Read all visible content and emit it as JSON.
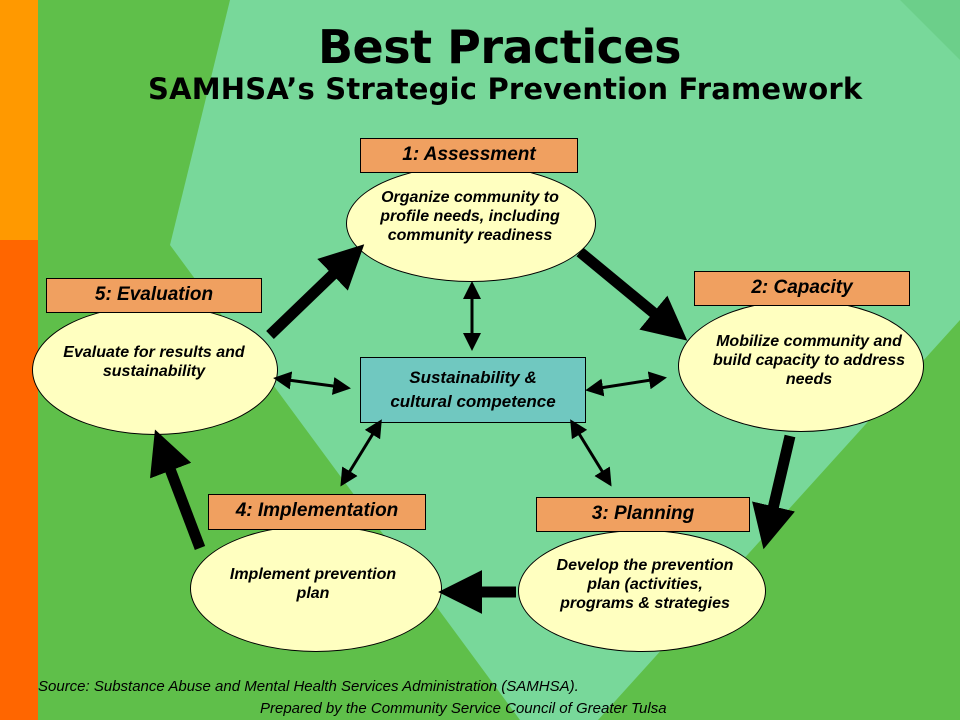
{
  "title": "Best Practices",
  "subtitle": "SAMHSA’s Strategic Prevention Framework",
  "steps": {
    "assessment": {
      "label": "1: Assessment",
      "text": [
        "Organize community to",
        "profile needs, including",
        "community readiness"
      ]
    },
    "capacity": {
      "label": "2: Capacity",
      "text": [
        "Mobilize community and",
        "build capacity to address",
        "needs"
      ]
    },
    "planning": {
      "label": "3: Planning",
      "text": [
        "Develop the prevention",
        "plan (activities,",
        "programs & strategies"
      ]
    },
    "implementation": {
      "label": "4: Implementation",
      "text": [
        "Implement prevention",
        "plan"
      ]
    },
    "evaluation": {
      "label": "5: Evaluation",
      "text": [
        "Evaluate for results and",
        "sustainability"
      ]
    }
  },
  "center": {
    "line1": "Sustainability &",
    "line2": "cultural competence"
  },
  "footer": {
    "source": "Source: Substance Abuse and Mental Health Services Administration (SAMHSA).",
    "prepared": "Prepared by the Community Service Council of Greater Tulsa"
  },
  "colors": {
    "background_green": "#5fbf4a",
    "diamond": "#78d89a",
    "left_stripe_top": "#ff9900",
    "left_stripe_bottom": "#ff6600",
    "ellipse_fill": "#ffffc0",
    "label_fill": "#f0a060",
    "center_fill": "#70c8c0"
  }
}
